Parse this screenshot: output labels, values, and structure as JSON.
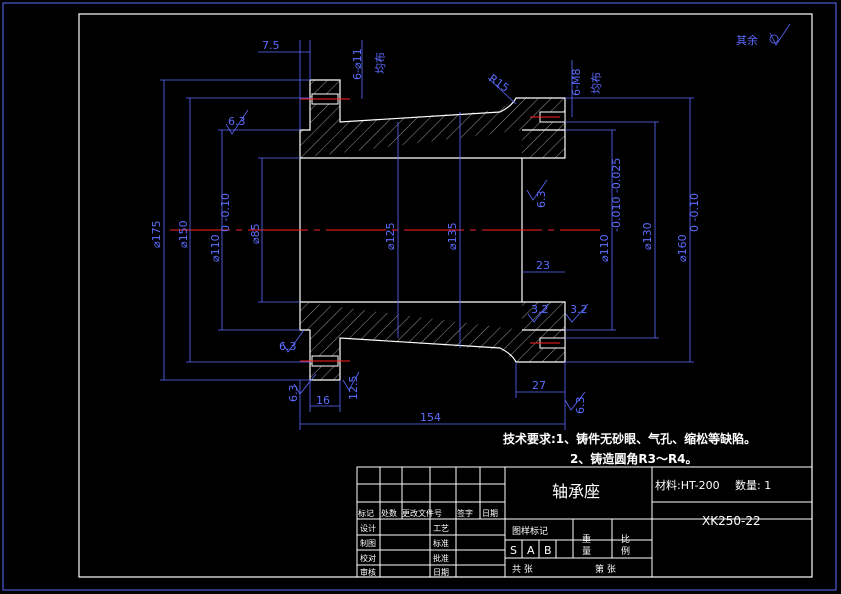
{
  "roughness_note": "其余",
  "dims": {
    "d75": "7.5",
    "holes": "6-⌀11",
    "holes_eq": "均布",
    "tap": "6-M8",
    "tap_eq": "均布",
    "r15": "R15",
    "ra63a": "6.3",
    "ra63b": "6.3",
    "ra63c": "6.3",
    "ra63d": "6.3",
    "ra125": "12.5",
    "ra32a": "3.2",
    "ra32b": "3.2",
    "ra63e": "6.3",
    "d175": "⌀175",
    "d150": "⌀150",
    "d110a": "⌀110",
    "d110a_tol": "0 -0.10",
    "d85": "⌀85",
    "d125": "⌀125",
    "d135": "⌀135",
    "d110b": "⌀110",
    "d110b_tol": "-0.010 -0.025",
    "d130": "⌀130",
    "d160": "⌀160",
    "d160_tol": "0 -0.10",
    "d23": "23",
    "d27": "27",
    "d16": "16",
    "d154": "154"
  },
  "notes": {
    "line1": "技术要求:1、铸件无砂眼、气孔、缩松等缺陷。",
    "line2": "2、铸造圆角R3～R4。"
  },
  "title_block": {
    "part_name": "轴承座",
    "material": "材料:HT-200",
    "quantity": "数量: 1",
    "drawing_no": "XK250-22",
    "rev_headers": [
      "标记",
      "处数",
      "更改文件号",
      "签字",
      "日期"
    ],
    "rows_left": [
      "设计",
      "制图",
      "校对",
      "审核"
    ],
    "rows_mid": [
      "工艺",
      "标准",
      "批准",
      "日期"
    ],
    "stage_label": "图样标记",
    "weight_label": "重 量",
    "scale_label": "比 例",
    "stages": [
      "S",
      "A",
      "B"
    ],
    "total": "共 张",
    "sheet": "第 张"
  }
}
